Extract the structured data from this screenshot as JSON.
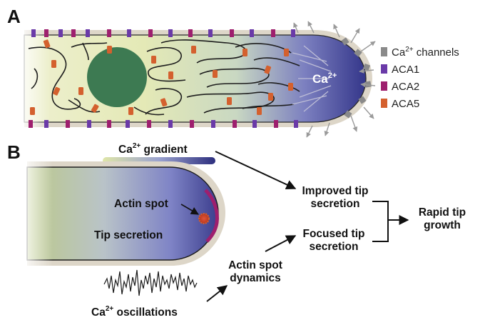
{
  "panel_a": {
    "label": "A",
    "ion_label": "Ca",
    "ion_charge": "2+",
    "legend": [
      {
        "name": "Ca",
        "sup": "2+",
        "suffix": " channels",
        "color": "#8a8a8a"
      },
      {
        "name": "ACA1",
        "sup": "",
        "suffix": "",
        "color": "#6a3aa8"
      },
      {
        "name": "ACA2",
        "sup": "",
        "suffix": "",
        "color": "#9e1f6e"
      },
      {
        "name": "ACA5",
        "sup": "",
        "suffix": "",
        "color": "#d4602e"
      }
    ]
  },
  "panel_b": {
    "label": "B",
    "gradient_title": "Ca",
    "gradient_sup": "2+",
    "gradient_suffix": " gradient",
    "actin_spot": "Actin spot",
    "tip_secretion": "Tip secretion",
    "oscillations": "Ca",
    "oscillations_sup": "2+",
    "oscillations_suffix": " oscillations",
    "actin_dynamics_1": "Actin spot",
    "actin_dynamics_2": "dynamics",
    "improved_1": "Improved tip",
    "improved_2": "secretion",
    "focused_1": "Focused tip",
    "focused_2": "secretion",
    "rapid_1": "Rapid tip",
    "rapid_2": "growth"
  },
  "colors": {
    "purple": "#6a3aa8",
    "magenta": "#9e1f6e",
    "orange": "#d4602e",
    "gray": "#8a8a8a",
    "tip_blue": "#3d3f8f",
    "cytoplasm_green": "#e6ebb8",
    "nucleus_green": "#3d7a52"
  }
}
